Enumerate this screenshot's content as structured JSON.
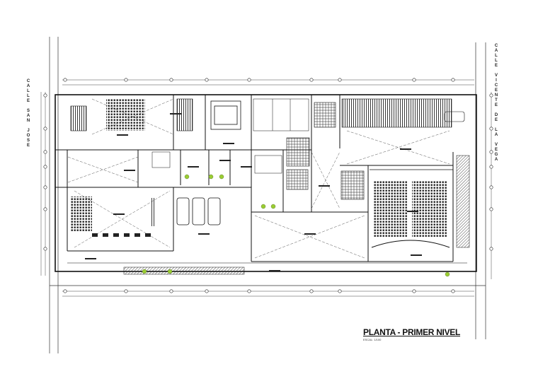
{
  "drawing": {
    "title": "PLANTA - PRIMER NIVEL",
    "scale": "ESCAL: 1/100"
  },
  "streets": {
    "left": "CALLE SAN JOSE",
    "right": "CALLE VICENTE DE LA VEGA"
  },
  "parking": {
    "vehicle_count": 3
  },
  "auditorium": {
    "seat_blocks": 2
  },
  "colors": {
    "line": "#111111",
    "hatch": "#333333",
    "dashed": "#555555",
    "plants": "#9acd32"
  }
}
